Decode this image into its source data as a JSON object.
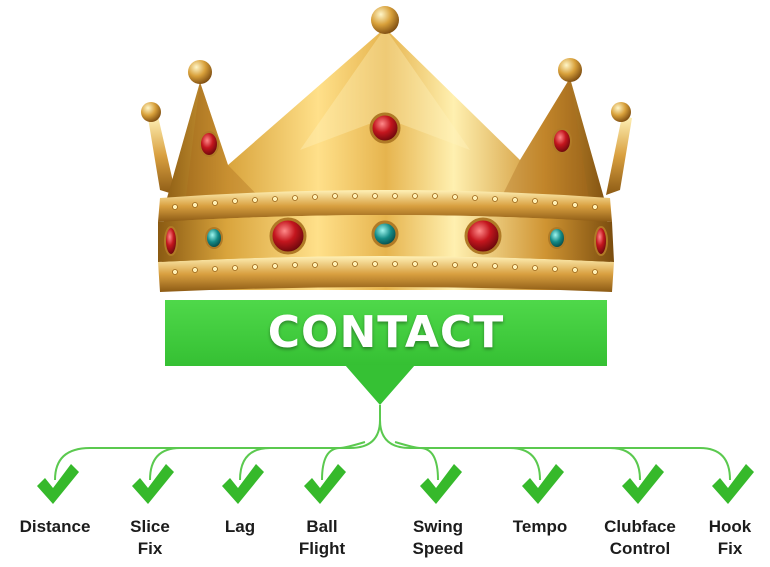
{
  "banner": {
    "title": "CONTACT",
    "color": "#3fcc3c"
  },
  "connector_color": "#5bc94f",
  "check_color": "#36b92b",
  "outcomes": [
    {
      "line1": "Distance",
      "line2": ""
    },
    {
      "line1": "Slice",
      "line2": "Fix"
    },
    {
      "line1": "Lag",
      "line2": ""
    },
    {
      "line1": "Ball",
      "line2": "Flight"
    },
    {
      "line1": "Swing",
      "line2": "Speed"
    },
    {
      "line1": "Tempo",
      "line2": ""
    },
    {
      "line1": "Clubface",
      "line2": "Control"
    },
    {
      "line1": "Hook",
      "line2": "Fix"
    }
  ]
}
